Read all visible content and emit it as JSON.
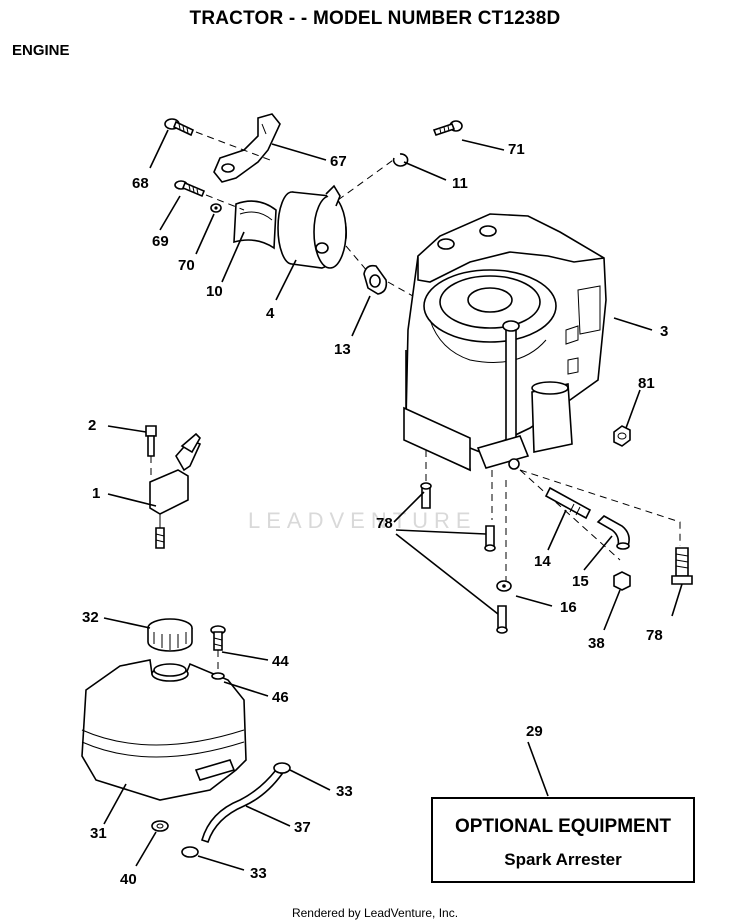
{
  "header": {
    "title": "TRACTOR - - MODEL NUMBER CT1238D",
    "section": "ENGINE"
  },
  "callouts": {
    "c68": "68",
    "c67": "67",
    "c71": "71",
    "c11": "11",
    "c69": "69",
    "c70": "70",
    "c10": "10",
    "c4": "4",
    "c13": "13",
    "c3": "3",
    "c81": "81",
    "c2": "2",
    "c1": "1",
    "c78a": "78",
    "c14": "14",
    "c15": "15",
    "c16": "16",
    "c38": "38",
    "c78b": "78",
    "c32": "32",
    "c44": "44",
    "c46": "46",
    "c29": "29",
    "c33a": "33",
    "c31": "31",
    "c37": "37",
    "c40": "40",
    "c33b": "33"
  },
  "optional": {
    "heading": "OPTIONAL EQUIPMENT",
    "item": "Spark Arrester"
  },
  "watermark": "LEADVENTURE",
  "footer": "Rendered by LeadVenture, Inc."
}
